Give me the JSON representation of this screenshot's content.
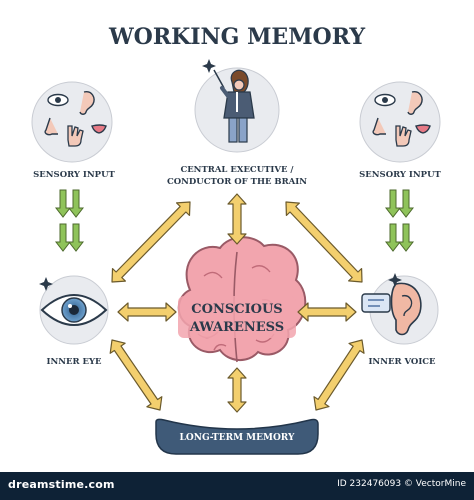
{
  "title": "WORKING MEMORY",
  "labels": {
    "sensory_left": "SENSORY INPUT",
    "sensory_right": "SENSORY INPUT",
    "central_line1": "CENTRAL EXECUTIVE /",
    "central_line2": "CONDUCTOR OF THE BRAIN",
    "inner_eye": "INNER EYE",
    "inner_voice": "INNER VOICE",
    "conscious_line1": "CONSCIOUS",
    "conscious_line2": "AWARENESS",
    "long_term": "LONG-TERM MEMORY"
  },
  "footer": {
    "brand": "dreamstime.com",
    "id_text": "ID 232476093 © VectorMine"
  },
  "colors": {
    "title": "#2b3a4a",
    "arrow_fill": "#f3cf6e",
    "arrow_stroke": "#6b5a2c",
    "green_arrow": "#8fc35a",
    "brain_fill": "#f2a5ae",
    "brain_stroke": "#9a5a66",
    "ltm_fill": "#3f5a78",
    "circle_fill": "#e9ebef",
    "footer_bg": "#0e2236"
  }
}
